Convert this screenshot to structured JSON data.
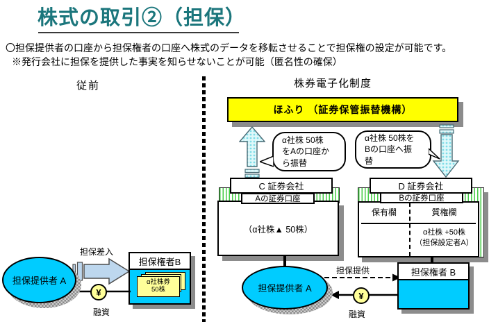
{
  "slide": {
    "title": "株式の取引②（担保）",
    "intro_line1": "〇担保提供者の口座から担保権者の口座へ株式のデータを移転させることで担保権の設定が可能です。",
    "intro_line2": "※発行会社に担保を提供した事実を知らせないことが可能（匿名性の確保）"
  },
  "before": {
    "heading": "従前",
    "provider": "担保提供者 A",
    "deposit_arrow_label": "担保差入",
    "holder": "担保権者B",
    "certificate": "α社株券\n50株",
    "yen": "¥",
    "loan_label": "融資"
  },
  "electronic": {
    "heading": "株券電子化制度",
    "hofuri": "ほふり （証券保管振替機構）",
    "bubble_from_a": "α社株 50株\nをAの口座か\nら振替",
    "bubble_to_b": "α社株 50株を\nBの口座へ振\n替",
    "broker_c": {
      "name": "C 証券会社",
      "account": "Aの証券口座",
      "balance": "（α社株▲ 50株）"
    },
    "broker_d": {
      "name": "D 証券会社",
      "account": "Bの証券口座",
      "holding_col": "保有欄",
      "pledge_col": "質権欄",
      "pledge_entry": "α社株 +50株\n（担保設定者A）"
    },
    "provider": "担保提供者 A",
    "holder": "担保権者 B",
    "provision_arrow_label": "担保提供",
    "yen": "¥",
    "loan_label": "融資"
  },
  "colors": {
    "title_teal": "#1B767C",
    "cyan": "#00CCFF",
    "hofuri_yellow": "#FFFF00",
    "pale_yellow": "#FFFF99",
    "stripe_green": "#44CC44",
    "arrow_blue": "#BDD7EE",
    "arrow_cyan": "#AEEAF0",
    "shadow_gray": "#8C8C8C"
  }
}
